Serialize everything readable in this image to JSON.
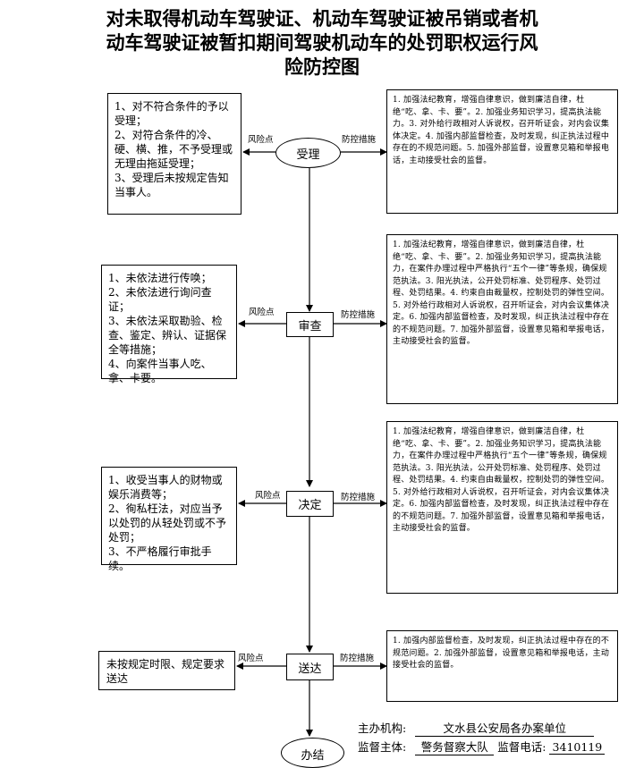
{
  "title": {
    "line1": "对未取得机动车驾驶证、机动车驾驶证被吊销或者机",
    "line2": "动车驾驶证被暂扣期间驾驶机动车的处罚职权运行风",
    "line3": "险防控图"
  },
  "labels": {
    "risk_point": "风险点",
    "control_measures": "防控措施"
  },
  "steps": [
    {
      "name": "受理",
      "risks": "1、对不符合条件的予以受理；\n2、对符合条件的冷、硬、横、推，不予受理或无理由拖延受理；\n3、受理后未按规定告知当事人。",
      "controls": "1. 加强法纪教育，增强自律意识，做到廉洁自律，杜绝“吃、拿、卡、要”。2. 加强业务知识学习，提高执法能力。3. 对外给行政相对人诉说权，召开听证会，对内会议集体决定。4. 加强内部监督检查，及时发现，纠正执法过程中存在的不规范问题。5. 加强外部监督，设置意见箱和举报电话，主动接受社会的监督。"
    },
    {
      "name": "审查",
      "risks": "1、未依法进行传唤；\n2、未依法进行询问查证；\n3、未依法采取勘验、检查、鉴定、辨认、证据保全等措施；\n4、向案件当事人吃、拿、卡要。",
      "controls": "1. 加强法纪教育，增强自律意识，做到廉洁自律，杜绝“吃、拿、卡、要”。2. 加强业务知识学习，提高执法能力，在案件办理过程中严格执行“五个一律”等条规，确保规范执法。3. 阳光执法，公开处罚标准、处罚程序、处罚过程、处罚结果。4. 约束自由裁量权，控制处罚的弹性空间。5. 对外给行政相对人诉说权，召开听证会，对内会议集体决定。6. 加强内部监督检查，及时发现，纠正执法过程中存在的不规范问题。7. 加强外部监督，设置意见箱和举报电话，主动接受社会的监督。"
    },
    {
      "name": "决定",
      "risks": "1、收受当事人的财物或娱乐消费等；\n2、徇私枉法，对应当予以处罚的从轻处罚或不予处罚；\n3、不严格履行审批手续。",
      "controls": "1. 加强法纪教育，增强自律意识，做到廉洁自律，杜绝“吃、拿、卡、要”。2. 加强业务知识学习，提高执法能力，在案件办理过程中严格执行“五个一律”等条规，确保规范执法。3. 阳光执法，公开处罚标准、处罚程序、处罚过程、处罚结果。4. 约束自由裁量权，控制处罚的弹性空间。5. 对外给行政相对人诉说权，召开听证会，对内会议集体决定。6. 加强内部监督检查，及时发现，纠正执法过程中存在的不规范问题。7. 加强外部监督，设置意见箱和举报电话，主动接受社会的监督。"
    },
    {
      "name": "送达",
      "risks": "未按规定时限、规定要求送达",
      "controls": "1. 加强内部监督检查，及时发现，纠正执法过程中存在的不规范问题。2. 加强外部监督，设置意见箱和举报电话，主动接受社会的监督。"
    }
  ],
  "end": "办结",
  "footer": {
    "org_label": "主办机构:",
    "org_value": "文水县公安局各办案单位",
    "supervisor_label": "监督主体:",
    "supervisor_value": "警务督察大队",
    "phone_label": "监督电话:",
    "phone_value": "3410119"
  }
}
